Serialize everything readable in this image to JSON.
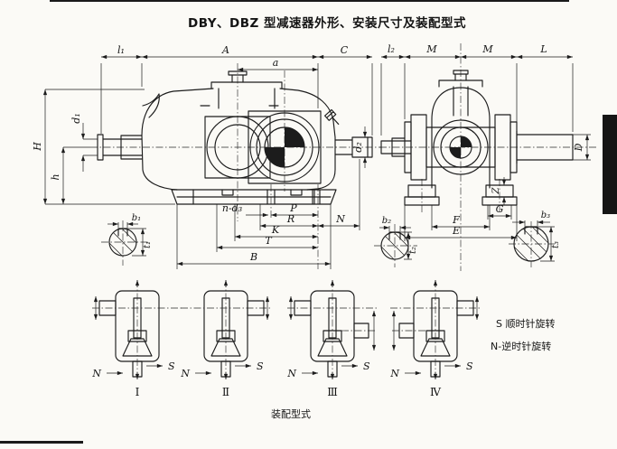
{
  "title": "DBY、DBZ 型减速器外形、安装尺寸及装配型式",
  "front_view": {
    "dim_l1": "l₁",
    "dim_A": "A",
    "dim_C": "C",
    "dim_a": "a",
    "dim_H": "H",
    "dim_d1": "d₁",
    "dim_h": "h",
    "dim_d2": "d₂",
    "dim_n_d3": "n-d₃",
    "dim_P": "P",
    "dim_R": "R",
    "dim_N": "N",
    "dim_K": "K",
    "dim_T": "T",
    "dim_B": "B",
    "key_b1": "b₁",
    "key_t1": "t₁"
  },
  "side_view": {
    "dim_l2": "l₂",
    "dim_M": "M",
    "dim_L": "L",
    "dim_D": "D",
    "dim_Z": "Z",
    "dim_G": "G",
    "dim_F": "F",
    "dim_E": "E",
    "key_b2": "b₂",
    "key_t2": "t₂",
    "key_b3": "b₃",
    "key_t3": "t₃"
  },
  "assembly": {
    "caption": "装配型式",
    "variant_1": "Ⅰ",
    "variant_2": "Ⅱ",
    "variant_3": "Ⅲ",
    "variant_4": "Ⅳ",
    "arrow_s": "S",
    "arrow_n": "N",
    "legend_s": "S 顺时针旋转",
    "legend_n": "N-逆时针旋转"
  }
}
